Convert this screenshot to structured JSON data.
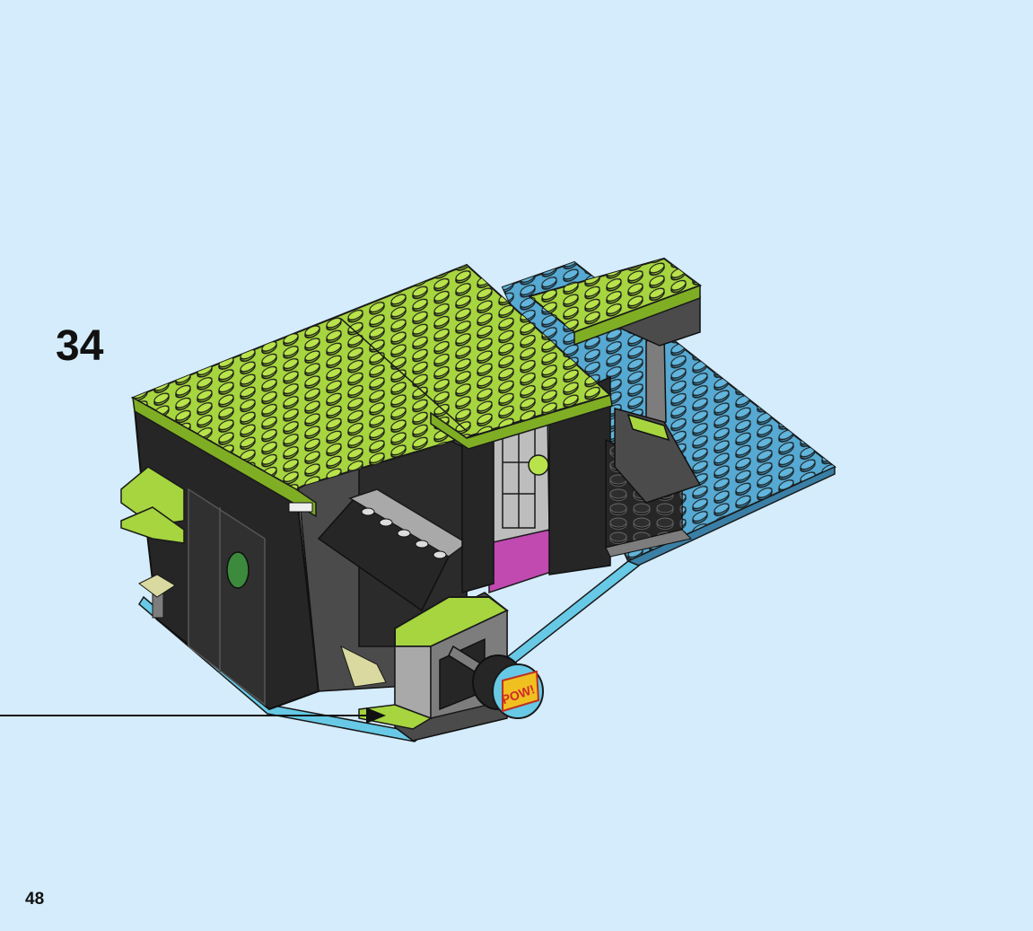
{
  "instruction": {
    "step_number": "34",
    "page_number": "48",
    "sticker_text": "POW!"
  },
  "colors": {
    "background": "#d4ecfb",
    "lime": "#a6d53f",
    "lime_dark": "#6e9a20",
    "black_brick": "#262626",
    "dark_gray": "#4b4b4b",
    "light_gray": "#a9a9a9",
    "blue_plate": "#55a9d2",
    "magenta": "#c04ab0",
    "pink": "#ec3fd0",
    "cyan_tile": "#67c9e6"
  }
}
